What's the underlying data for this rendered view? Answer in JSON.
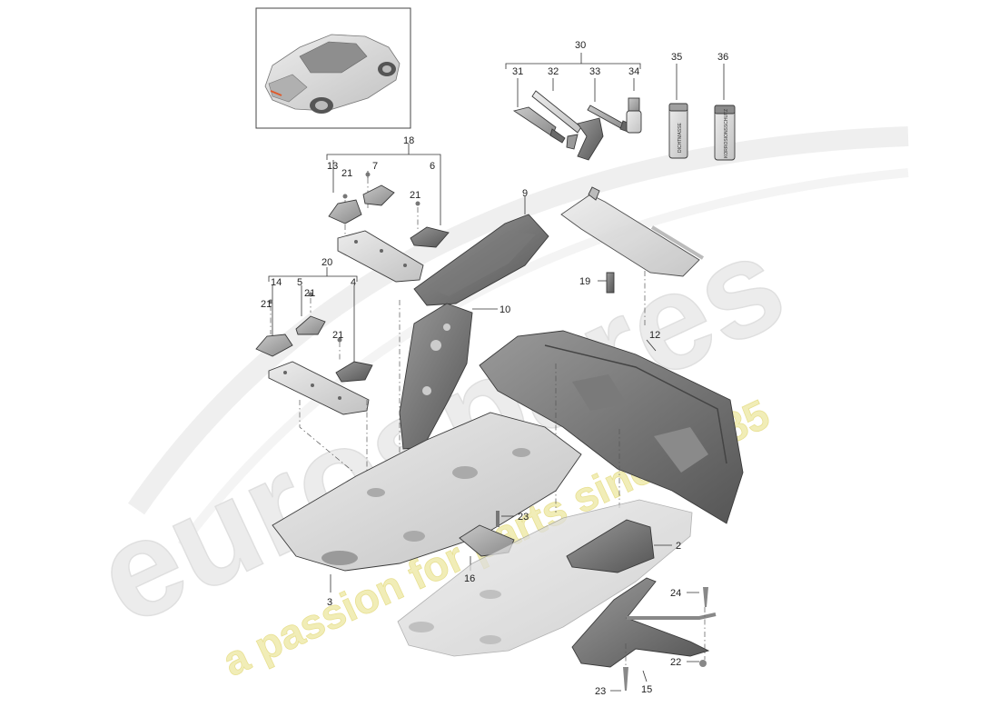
{
  "colors": {
    "part_dark": "#5f5f5f",
    "part_mid": "#8c8c8c",
    "part_light": "#c6c6c6",
    "part_pale": "#e0e0e0",
    "watermark_gray": "#e9e9e9",
    "watermark_yellow": "#efeaa0"
  },
  "watermark": {
    "brand": "eurospares",
    "tagline": "a passion for parts since 1985"
  },
  "tube_labels": {
    "tube_35": "DICHTMASSE",
    "tube_36": "KORROSIONSSCHUTZ"
  },
  "callouts": {
    "c30": "30",
    "c31": "31",
    "c32": "32",
    "c33": "33",
    "c34": "34",
    "c35": "35",
    "c36": "36",
    "c18": "18",
    "c13": "13",
    "c21a": "21",
    "c7": "7",
    "c6": "6",
    "c21b": "21",
    "c9": "9",
    "c20": "20",
    "c14": "14",
    "c5": "5",
    "c21c": "21",
    "c4": "4",
    "c21d": "21",
    "c21e": "21",
    "c19": "19",
    "c10": "10",
    "c12": "12",
    "c23a": "23",
    "c2": "2",
    "c16": "16",
    "c3": "3",
    "c24": "24",
    "c22": "22",
    "c23b": "23",
    "c15": "15"
  }
}
